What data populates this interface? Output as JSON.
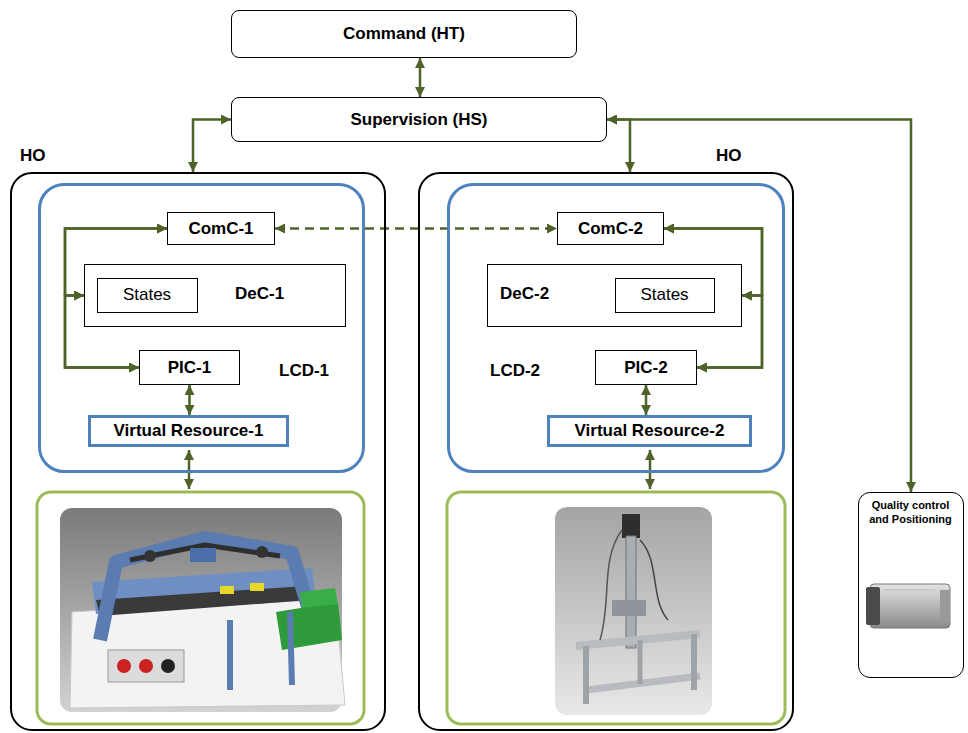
{
  "diagram": {
    "nodes": [
      {
        "text": [
          "Command (HT)"
        ]
      },
      {
        "text": [
          "Supervision (HS)"
        ]
      },
      {
        "text": [
          "HO"
        ]
      },
      {
        "text": [
          "LCD-1"
        ],
        "in": 2
      },
      {
        "text": [
          "ComC-1"
        ],
        "in": 3
      },
      {
        "text": [
          "DeC-1"
        ],
        "in": 3
      },
      {
        "text": [
          "States"
        ],
        "in": 5
      },
      {
        "text": [
          "PIC-1"
        ],
        "in": 3
      },
      {
        "text": [
          "Virtual Resource-1"
        ],
        "in": 3
      },
      {
        "text": [
          "HO"
        ]
      },
      {
        "text": [
          "LCD-2"
        ],
        "in": 9
      },
      {
        "text": [
          "ComC-2"
        ],
        "in": 10
      },
      {
        "text": [
          "DeC-2"
        ],
        "in": 10
      },
      {
        "text": [
          "States"
        ],
        "in": 12
      },
      {
        "text": [
          "PIC-2"
        ],
        "in": 10
      },
      {
        "text": [
          "Virtual Resource-2"
        ],
        "in": 10
      },
      {
        "text": [
          "Quality control and Positioning"
        ]
      }
    ],
    "edges": [
      {
        "from": 0,
        "to": 1,
        "arrow": "both"
      },
      {
        "from": 1,
        "to": 2,
        "arrow": "both"
      },
      {
        "from": 1,
        "to": 9,
        "arrow": "both"
      },
      {
        "from": 1,
        "to": 16,
        "arrow": "both"
      },
      {
        "from": 4,
        "to": 11,
        "arrow": "both"
      },
      {
        "from": 4,
        "to": 5,
        "arrow": "both"
      },
      {
        "from": 4,
        "to": 7,
        "arrow": "both"
      },
      {
        "from": 5,
        "to": 7,
        "arrow": "both"
      },
      {
        "from": 7,
        "to": 8,
        "arrow": "both"
      },
      {
        "from": 11,
        "to": 12,
        "arrow": "both"
      },
      {
        "from": 11,
        "to": 14,
        "arrow": "both"
      },
      {
        "from": 12,
        "to": 14,
        "arrow": "both"
      },
      {
        "from": 14,
        "to": 15,
        "arrow": "both"
      }
    ]
  }
}
